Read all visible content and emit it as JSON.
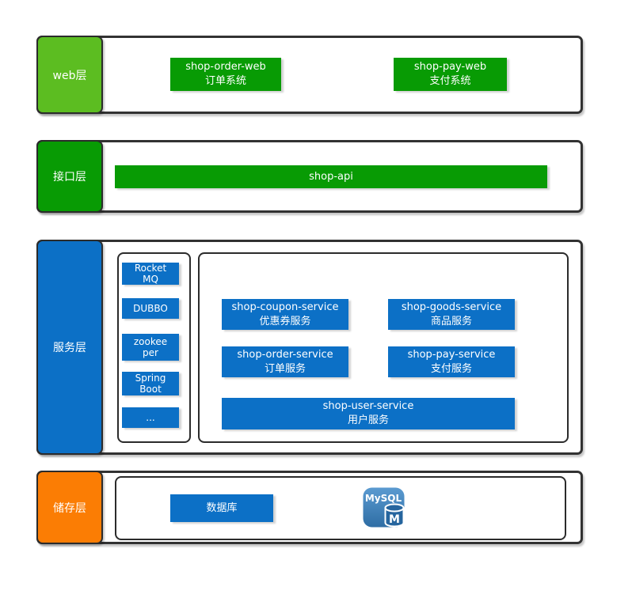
{
  "colors": {
    "web_label_green": "#5cbd21",
    "dark_green": "#089b04",
    "blue": "#0c70c6",
    "orange": "#fb7d04",
    "container_border": "#2b2b2b",
    "box_text": "#ffffff"
  },
  "layers": {
    "web": {
      "label": "web层",
      "nodes": [
        {
          "name": "shop-order-web",
          "desc": "订单系统"
        },
        {
          "name": "shop-pay-web",
          "desc": "支付系统"
        }
      ]
    },
    "api": {
      "label": "接口层",
      "bar_label": "shop-api"
    },
    "service": {
      "label": "服务层",
      "middleware": [
        {
          "line1": "Rocket",
          "line2": "MQ"
        },
        {
          "line1": "DUBBO",
          "line2": ""
        },
        {
          "line1": "zookee",
          "line2": "per"
        },
        {
          "line1": "Spring",
          "line2": "Boot"
        },
        {
          "line1": "...",
          "line2": ""
        }
      ],
      "services": [
        {
          "name": "shop-coupon-service",
          "desc": "优惠券服务"
        },
        {
          "name": "shop-goods-service",
          "desc": "商品服务"
        },
        {
          "name": "shop-order-service",
          "desc": "订单服务"
        },
        {
          "name": "shop-pay-service",
          "desc": "支付服务"
        },
        {
          "name": "shop-user-service",
          "desc": "用户服务"
        }
      ]
    },
    "storage": {
      "label": "储存层",
      "database_label": "数据库",
      "mysql": {
        "logo_text": "MySQL",
        "badge_letter": "M"
      }
    }
  }
}
